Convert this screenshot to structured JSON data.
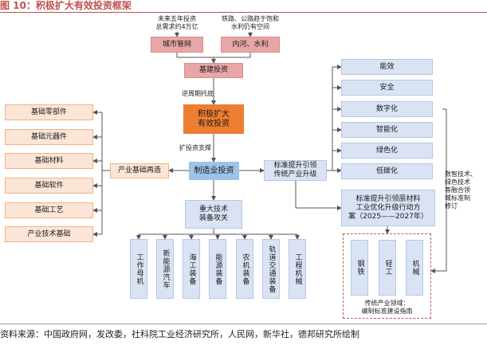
{
  "header": {
    "title": "图 10：积极扩大有效投资框架"
  },
  "source": "资料来源：中国政府网，发改委，社科院工业经济研究所，人民网，新华社，德邦研究所绘制",
  "notes": {
    "demand_line1": "未来五年投资",
    "demand_line2": "总需求约4万亿",
    "rail_line1": "铁路、公路趋于饱和",
    "rail_line2": "水利仍有空间",
    "counter_cyclical": "逆周期托底",
    "expand_support": "扩投资支撑",
    "smart_line1": "数智技术、",
    "smart_line2": "绿色技术",
    "smart_line3": "等融合领",
    "smart_line4": "域标准制",
    "smart_line5": "修订"
  },
  "top": {
    "urban_pipe": "城市管网",
    "inland_water": "内河、水利",
    "infra": "基建投资",
    "center_line1": "积极扩大",
    "center_line2": "有效投资",
    "manufacturing": "制造业投资",
    "major_line1": "重大技术",
    "major_line2": "装备攻关"
  },
  "left_items": [
    "基础零部件",
    "基础元器件",
    "基础材料",
    "基础软件",
    "基础工艺",
    "产业技术基础"
  ],
  "industrial_base": "产业基础再造",
  "standard": {
    "line1": "标准提升引领",
    "line2": "传统产业升级"
  },
  "right_items": [
    "能效",
    "安全",
    "数字化",
    "智能化",
    "绿色化",
    "低碳化"
  ],
  "plan": {
    "line1": "标准提升引领原材料",
    "line2": "工业优化升级行动方",
    "line3": "案（2025——2027年）"
  },
  "equipment": [
    "工作母机",
    "新能源汽车",
    "海工装备",
    "能源装备",
    "农机装备",
    "轨道交通装备",
    "工程机械"
  ],
  "traditional": [
    "钢铁",
    "轻工",
    "机械"
  ],
  "traditional_caption": {
    "line1": "传统产业领域：",
    "line2": "编制标准建设指南"
  }
}
